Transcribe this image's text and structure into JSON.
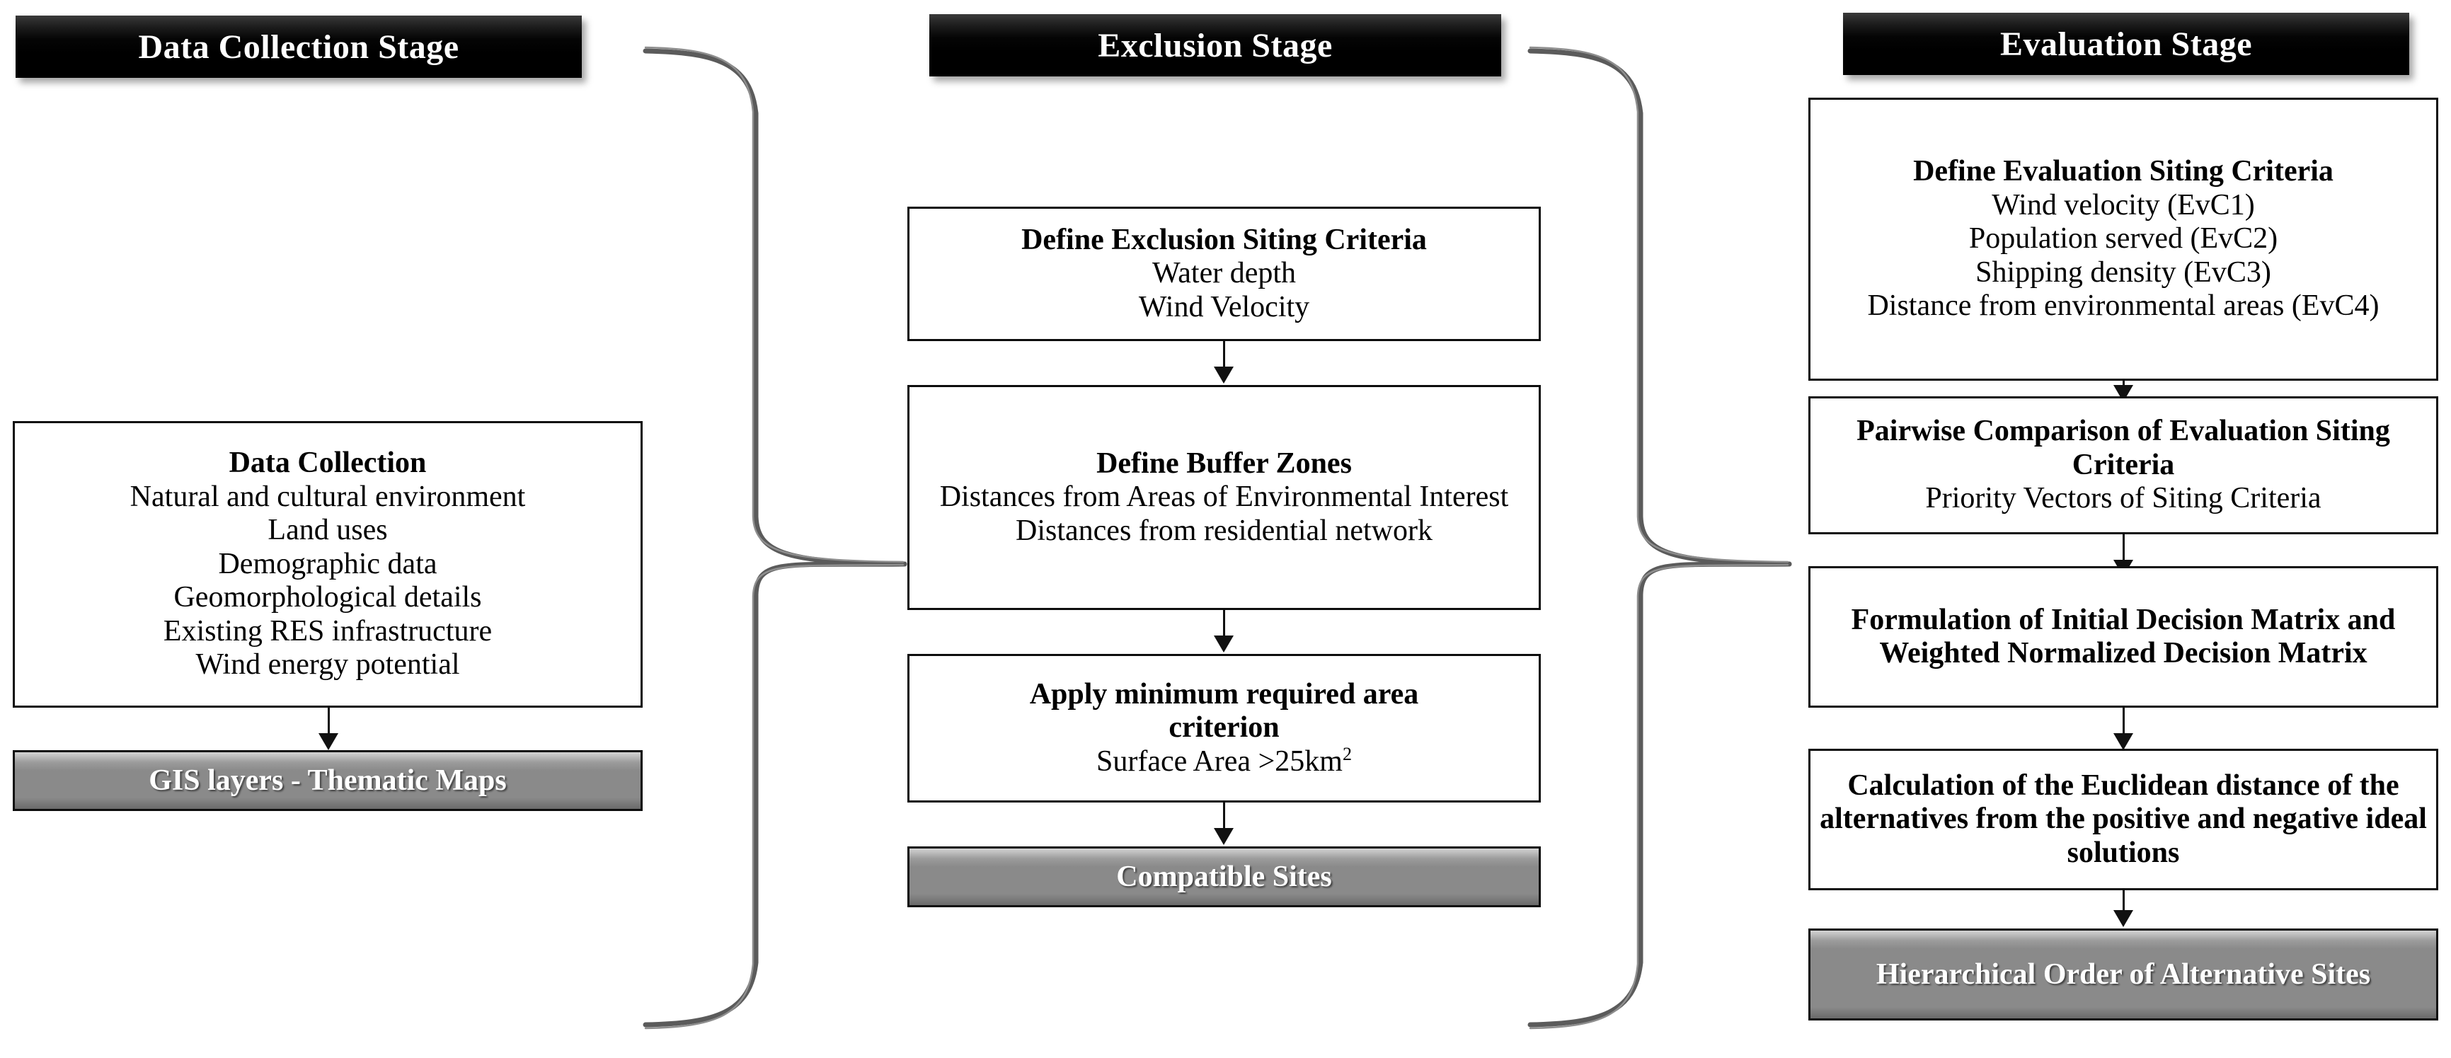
{
  "diagram": {
    "title": "Offshore wind farm siting methodology flowchart",
    "background": "#ffffff",
    "accent_dark": "#000000",
    "accent_gray": "#8a8a8a"
  },
  "stages": [
    {
      "id": "data-collection",
      "header": "Data Collection Stage",
      "boxes": [
        {
          "id": "data-collection-box",
          "kind": "process",
          "title": "Data Collection",
          "lines": [
            "Natural and cultural environment",
            "Land uses",
            "Demographic data",
            "Geomorphological details",
            "Existing RES infrastructure",
            "Wind energy potential"
          ]
        }
      ],
      "output": {
        "id": "gis-layers-output",
        "kind": "output",
        "label": "GIS layers - Thematic Maps"
      }
    },
    {
      "id": "exclusion",
      "header": "Exclusion Stage",
      "boxes": [
        {
          "id": "exclusion-criteria-box",
          "kind": "process",
          "title": "Define Exclusion Siting Criteria",
          "lines": [
            "Water depth",
            "Wind Velocity"
          ]
        },
        {
          "id": "buffer-zones-box",
          "kind": "process",
          "title": "Define Buffer Zones",
          "lines": [
            "Distances from Areas of Environmental Interest",
            "Distances from residential network"
          ]
        },
        {
          "id": "minimum-area-box",
          "kind": "process",
          "title": "Apply minimum required area criterion",
          "lines": [
            "Surface Area >25km2"
          ],
          "lines_html": [
            "Surface Area &gt;25km<sup>2</sup>"
          ]
        }
      ],
      "output": {
        "id": "compatible-sites-output",
        "kind": "output",
        "label": "Compatible Sites"
      }
    },
    {
      "id": "evaluation",
      "header": "Evaluation Stage",
      "boxes": [
        {
          "id": "evaluation-criteria-box",
          "kind": "process",
          "title": "Define Evaluation Siting Criteria",
          "lines": [
            "Wind velocity (EvC1)",
            "Population served (EvC2)",
            "Shipping density (EvC3)",
            "Distance from environmental areas (EvC4)"
          ]
        },
        {
          "id": "pairwise-comparison-box",
          "kind": "process",
          "title": "Pairwise Comparison of Evaluation Siting Criteria",
          "lines": [
            "Priority Vectors of Siting Criteria"
          ]
        },
        {
          "id": "decision-matrix-box",
          "kind": "process",
          "title": "Formulation of Initial Decision Matrix and Weighted Normalized Decision Matrix",
          "lines": []
        },
        {
          "id": "euclidean-distance-box",
          "kind": "process",
          "title": "Calculation of the Euclidean distance of the alternatives from the positive and negative ideal solutions",
          "lines": []
        }
      ],
      "output": {
        "id": "hierarchical-order-output",
        "kind": "output",
        "label": "Hierarchical Order of Alternative Sites"
      }
    }
  ],
  "connectors": {
    "braces": [
      {
        "id": "brace-collection-to-exclusion",
        "from": "data-collection",
        "to": "exclusion"
      },
      {
        "id": "brace-exclusion-to-evaluation",
        "from": "exclusion",
        "to": "evaluation"
      }
    ],
    "arrows": [
      {
        "id": "arrow-collection-to-gis",
        "from": "data-collection-box",
        "to": "gis-layers-output"
      },
      {
        "id": "arrow-criteria-to-buffer",
        "from": "exclusion-criteria-box",
        "to": "buffer-zones-box"
      },
      {
        "id": "arrow-buffer-to-minarea",
        "from": "buffer-zones-box",
        "to": "minimum-area-box"
      },
      {
        "id": "arrow-minarea-to-compatible",
        "from": "minimum-area-box",
        "to": "compatible-sites-output"
      },
      {
        "id": "arrow-evcriteria-to-pairwise",
        "from": "evaluation-criteria-box",
        "to": "pairwise-comparison-box"
      },
      {
        "id": "arrow-pairwise-to-matrix",
        "from": "pairwise-comparison-box",
        "to": "decision-matrix-box"
      },
      {
        "id": "arrow-matrix-to-euclidean",
        "from": "decision-matrix-box",
        "to": "euclidean-distance-box"
      },
      {
        "id": "arrow-euclidean-to-hierarchical",
        "from": "euclidean-distance-box",
        "to": "hierarchical-order-output"
      }
    ]
  }
}
